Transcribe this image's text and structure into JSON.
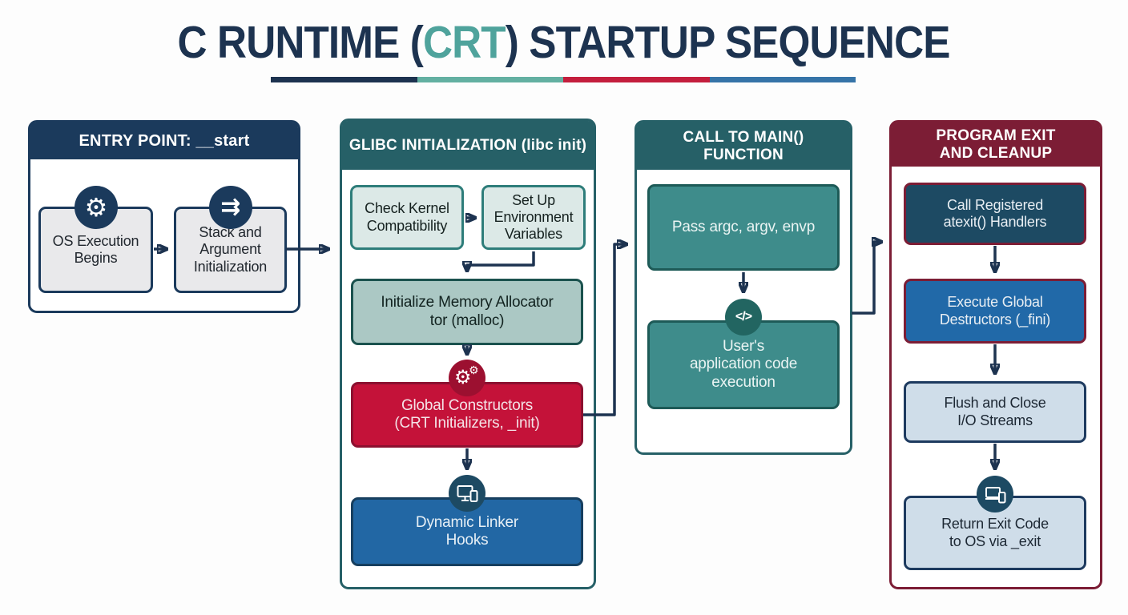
{
  "title": {
    "prefix": "C RUNTIME (",
    "highlight": "CRT",
    "suffix": ") STARTUP SEQUENCE"
  },
  "accent_bar": {
    "colors": [
      "#1d3350",
      "#63b0a2",
      "#c41e3d",
      "#3674a8"
    ]
  },
  "palette": {
    "navy": "#1b3a5c",
    "teal_header": "#266067",
    "teal_box": "#3e8c8b",
    "crimson_box": "#c41239",
    "maroon": "#7c1d35",
    "blue_box": "#2267a4",
    "slate_box": "#1d4a63",
    "light_teal_box": "#dce9e7",
    "sage_box": "#abc8c4",
    "light_blue_box": "#cfdde9",
    "light_gray_box": "#e9e9eb",
    "arrow": "#1d3350",
    "title_text": "#1d3350",
    "title_highlight": "#4fa39c"
  },
  "icon_glyphs": {
    "gear": "⚙",
    "transfer_arrows": "⇉",
    "code": "</>"
  },
  "columns": [
    {
      "header": "ENTRY POINT: __start",
      "header_color": "#1b3a5c",
      "boxes": [
        {
          "label": "OS Execution\nBegins",
          "icon": "gear-icon"
        },
        {
          "label": "Stack and\nArgument\nInitialization",
          "icon": "transfer-arrows-icon"
        }
      ]
    },
    {
      "header": "GLIBC INITIALIZATION (libc init)",
      "header_color": "#266067",
      "boxes": [
        {
          "label": "Check Kernel\nCompatibility"
        },
        {
          "label": "Set Up\nEnvironment\nVariables"
        },
        {
          "label": "Initialize Memory Allocator\ntor (malloc)"
        },
        {
          "label": "Global Constructors\n(CRT Initializers, _init)",
          "icon": "gears-icon"
        },
        {
          "label": "Dynamic Linker\nHooks",
          "icon": "monitor-devices-icon"
        }
      ]
    },
    {
      "header": "CALL TO MAIN()\nFUNCTION",
      "header_color": "#266067",
      "boxes": [
        {
          "label": "Pass argc, argv, envp"
        },
        {
          "label": "User's\napplication code\nexecution",
          "icon": "code-icon"
        }
      ]
    },
    {
      "header": "PROGRAM EXIT\nAND CLEANUP",
      "header_color": "#7c1d35",
      "boxes": [
        {
          "label": "Call Registered\natexit() Handlers"
        },
        {
          "label": "Execute Global\nDestructors (_fini)"
        },
        {
          "label": "Flush and Close\nI/O Streams"
        },
        {
          "label": "Return Exit Code\nto OS via _exit",
          "icon": "laptop-devices-icon"
        }
      ]
    }
  ]
}
